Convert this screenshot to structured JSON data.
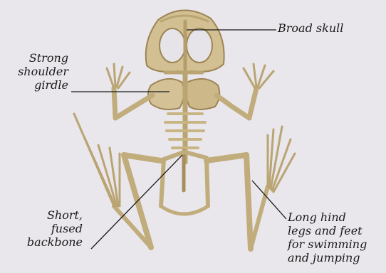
{
  "labels": {
    "broad_skull": [
      "Broad skull"
    ],
    "shoulder_girdle": [
      "Strong",
      "shoulder",
      "girdle"
    ],
    "backbone": [
      "Short,",
      "fused",
      "backbone"
    ],
    "hind_legs": [
      "Long hind",
      "legs and feet",
      "for swimming",
      "and jumping"
    ]
  },
  "colors": {
    "background": "#e9e7ec",
    "bone": "#d6c49a",
    "bone_shadow": "#a88e5c",
    "bone_dark": "#7a6236",
    "leader_line": "#1a1a1a",
    "text": "#1a1a1a"
  }
}
